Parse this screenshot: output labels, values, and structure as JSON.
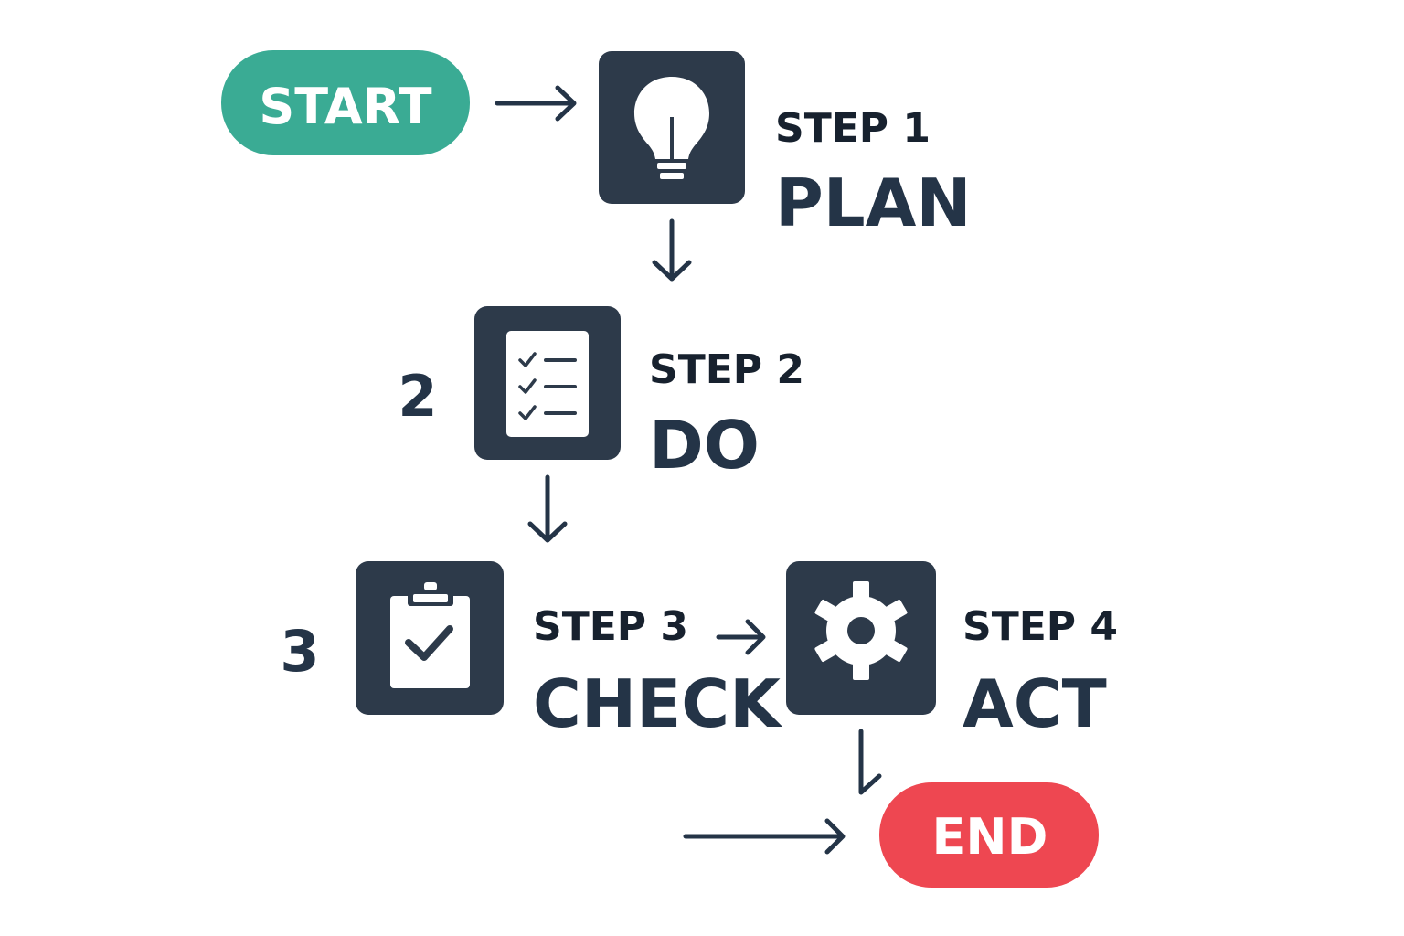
{
  "colors": {
    "start": "#3aab94",
    "end": "#ee4751",
    "icon_box": "#2d3a4a",
    "text_dark": "#243447",
    "arrow": "#243447"
  },
  "start": {
    "label": "START"
  },
  "end": {
    "label": "END"
  },
  "steps": [
    {
      "label": "STEP 1",
      "name": "PLAN",
      "icon": "lightbulb-icon"
    },
    {
      "label": "STEP 2",
      "name": "DO",
      "icon": "checklist-icon",
      "side_number": "2"
    },
    {
      "label": "STEP 3",
      "name": "CHECK",
      "icon": "clipboard-check-icon",
      "side_number": "3"
    },
    {
      "label": "STEP 4",
      "name": "ACT",
      "icon": "gear-icon"
    }
  ]
}
